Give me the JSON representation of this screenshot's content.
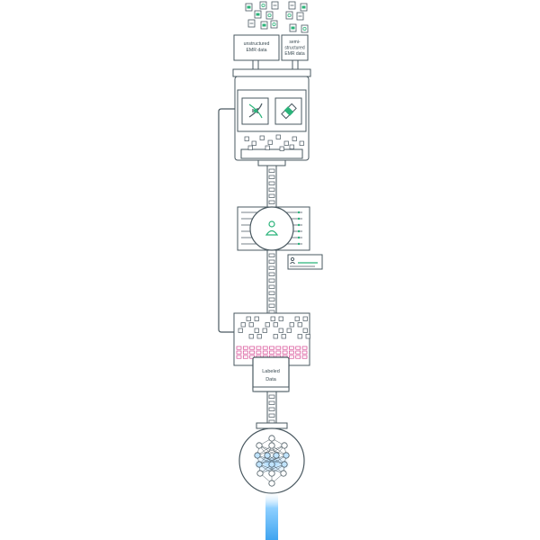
{
  "inputs": {
    "unstructured_line1": "unstructured",
    "unstructured_line2": "EMR data",
    "semi_line1": "semi-",
    "semi_line2": "structured",
    "semi_line3": "EMR data"
  },
  "output": {
    "labeled_line1": "Labeled",
    "labeled_line2": "Data"
  },
  "icons": [
    "document-icon",
    "dna-icon",
    "pill-icon",
    "person-icon",
    "id-card-icon",
    "neural-network-icon"
  ],
  "colors": {
    "line": "#4a5961",
    "accent_green": "#2bb37a",
    "accent_pink": "#d6438f",
    "accent_blue": "#3fa4f0",
    "bg": "#ffffff"
  }
}
